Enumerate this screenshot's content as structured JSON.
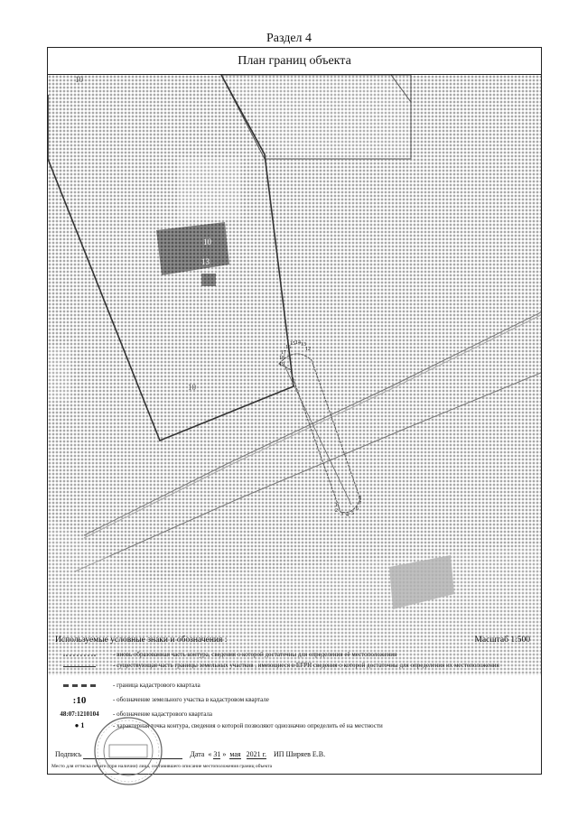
{
  "section": "Раздел 4",
  "plan_title": "План границ объекта",
  "map": {
    "label_quarter_top": "10",
    "label_building_1": "10",
    "label_building_2": "13",
    "label_parcel": "10",
    "points_top": [
      "19",
      "18",
      "17",
      "16",
      "15",
      "14",
      "13",
      "12",
      "11",
      "10"
    ],
    "points_bottom": [
      "8",
      "7",
      "6",
      "5",
      "4",
      "3",
      "2",
      "1"
    ]
  },
  "legend": {
    "title": "Используемые условные знаки и обозначения :",
    "scale": "Масштаб 1:500",
    "items": [
      {
        "symbol": "",
        "text": "- вновь образованная часть контура, сведения о которой достаточны для определения её местоположения"
      },
      {
        "symbol": "",
        "text": "- существующая часть границы земельных участков , имеющиеся в ЕГРН сведения о которой достаточны для определения их местоположения"
      },
      {
        "symbol": "",
        "text": "- граница кадастрового квартала"
      },
      {
        "symbol": ":10",
        "text": "- обозначение земельного участка в кадастровом квартале"
      },
      {
        "symbol": "48:07:1210104",
        "text": "- обозначение кадастрового квартала"
      },
      {
        "symbol": "1",
        "text": "- характерная точка контура, сведения о которой позволяют однозначно определить её на местности"
      }
    ]
  },
  "signature": {
    "label": "Подпись",
    "date_label": "Дата",
    "day": "31",
    "month": "мая",
    "year": "2021 г.",
    "name": "ИП Ширяев Е.В."
  },
  "note": "Место для оттиска печати (при наличии) лица, составившего описание местоположения границ объекта"
}
